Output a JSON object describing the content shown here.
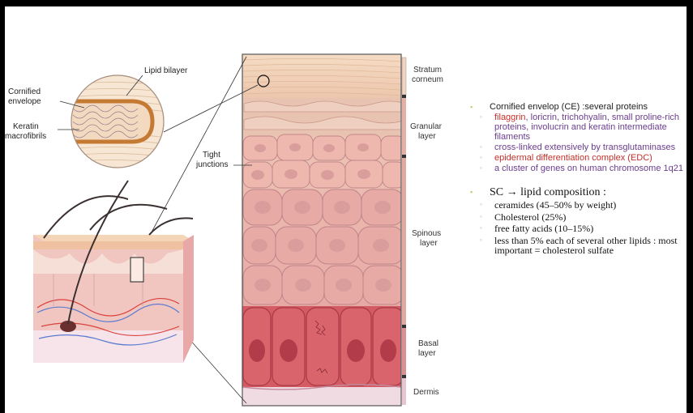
{
  "figure": {
    "inset_labels": {
      "lipid_bilayer": "Lipid bilayer",
      "cornified_envelope_1": "Cornified",
      "cornified_envelope_2": "envelope",
      "keratin_1": "Keratin",
      "keratin_2": "macrofibrils"
    },
    "tight_junctions_1": "Tight",
    "tight_junctions_2": "junctions",
    "layers": [
      {
        "line1": "Stratum",
        "line2": "corneum",
        "color": "#f2d3bd"
      },
      {
        "line1": "Granular",
        "line2": "layer",
        "color": "#e6b0a6"
      },
      {
        "line1": "Spinous",
        "line2": "layer",
        "color": "#e2a9a3"
      },
      {
        "line1": "Basal",
        "line2": "layer",
        "color": "#dc8f91"
      },
      {
        "line1": "Dermis",
        "line2": "",
        "color": "#e7c5d3"
      }
    ]
  },
  "notes": {
    "ce_heading": "Cornified envelop (CE) :several proteins",
    "ce_items": [
      {
        "parts": [
          {
            "text": "filaggrin",
            "style": "red"
          },
          {
            "text": ", loricrin, trichohyalin, small proline-rich proteins, involucrin and keratin intermediate filaments",
            "style": "purple"
          }
        ]
      },
      {
        "parts": [
          {
            "text": "cross-linked extensively by transglutaminases",
            "style": "purple"
          }
        ]
      },
      {
        "parts": [
          {
            "text": "epidermal differentiation complex (EDC)",
            "style": "red"
          }
        ]
      },
      {
        "parts": [
          {
            "text": "a cluster of genes on human chromosome 1q21",
            "style": "purple"
          }
        ]
      }
    ],
    "sc_heading": "SC  → lipid composition :",
    "sc_items": [
      "ceramides (45–50% by weight)",
      "Cholesterol (25%)",
      "free fatty acids (10–15%)",
      "less than 5% each of several other lipids : most important = cholesterol sulfate"
    ],
    "bullet_main": "▪",
    "bullet_sub": "▫"
  },
  "colors": {
    "red_text": "#c4302b",
    "purple_text": "#6b3d8e"
  }
}
